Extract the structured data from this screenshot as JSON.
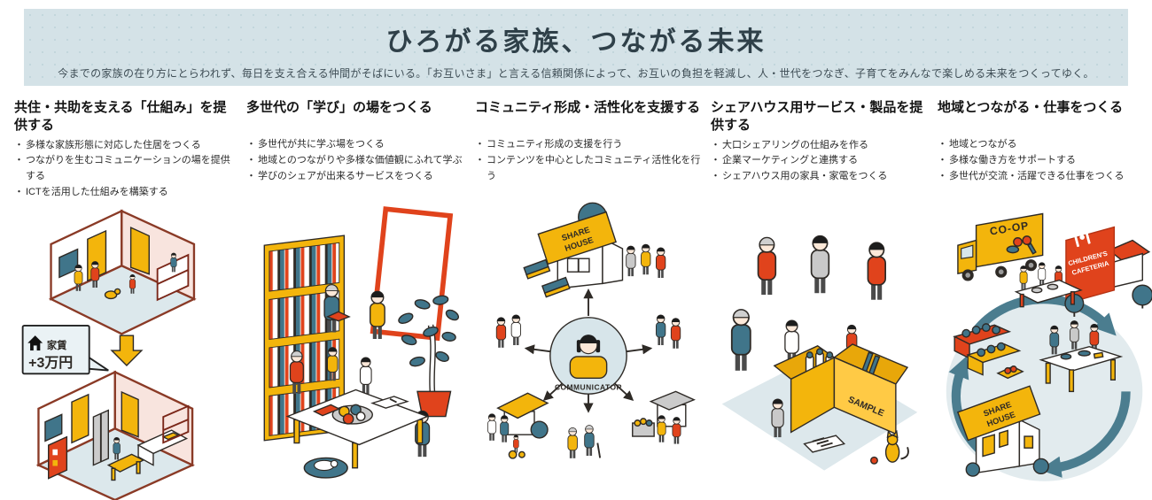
{
  "header": {
    "title": "ひろがる家族、つながる未来",
    "subtitle": "今までの家族の在り方にとらわれず、毎日を支え合える仲間がそばにいる。「お互いさま」と言える信頼関係によって、お互いの負担を軽減し、人・世代をつなぎ、子育てをみんなで楽しめる未来をつくってゆく。"
  },
  "columns": [
    {
      "heading": "共住・共助を支える「仕組み」を提供する",
      "bullets": [
        "多様な家族形態に対応した住居をつくる",
        "つながりを生むコミュニケーションの場を提供する",
        "ICTを活用した仕組みを構築する"
      ],
      "labels": {
        "rent": "家賃",
        "rent_value": "+3万円"
      }
    },
    {
      "heading": "多世代の「学び」の場をつくる",
      "bullets": [
        "多世代が共に学ぶ場をつくる",
        "地域とのつながりや多様な価値観にふれて学ぶ",
        "学びのシェアが出来るサービスをつくる"
      ]
    },
    {
      "heading": "コミュニティ形成・活性化を支援する",
      "bullets": [
        "コミュニティ形成の支援を行う",
        "コンテンツを中心としたコミュニティ活性化を行う"
      ],
      "labels": {
        "share": "SHARE",
        "house": "HOUSE",
        "communicator": "COMMUNICATOR"
      }
    },
    {
      "heading": "シェアハウス用サービス・製品を提供する",
      "bullets": [
        "大口シェアリングの仕組みを作る",
        "企業マーケティングと連携する",
        "シェアハウス用の家具・家電をつくる"
      ],
      "labels": {
        "sample": "SAMPLE"
      }
    },
    {
      "heading": "地域とつながる・仕事をつくる",
      "bullets": [
        "地域とつながる",
        "多様な働き方をサポートする",
        "多世代が交流・活躍できる仕事をつくる"
      ],
      "labels": {
        "coop": "CO-OP",
        "cafeteria_line1": "CHILDREN'S",
        "cafeteria_line2": "CAFETERIA",
        "share": "SHARE",
        "house": "HOUSE"
      }
    }
  ],
  "colors": {
    "header_bg": "#d4e2e7",
    "title_text": "#2f4049",
    "accent_yellow": "#f3b50c",
    "accent_red": "#e0431c",
    "accent_teal": "#40758a",
    "room_outline": "#8a3a26",
    "floor_blue": "#dce8ec",
    "wall_pink": "#f8e4de"
  }
}
